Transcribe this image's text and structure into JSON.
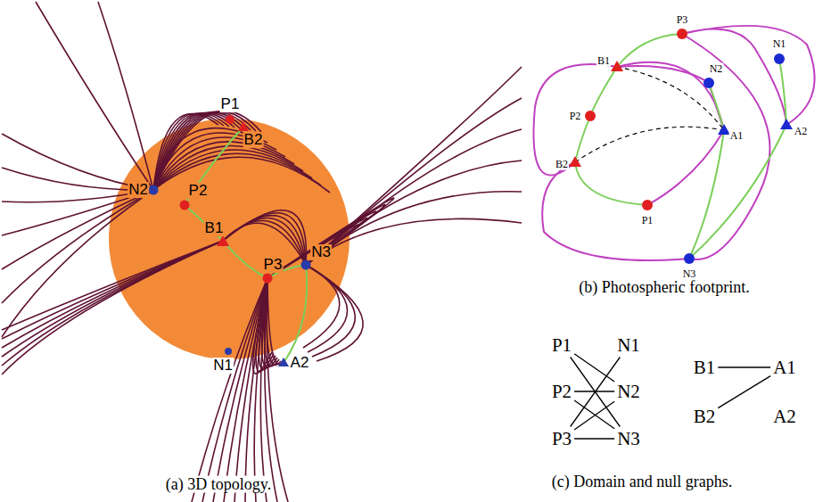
{
  "diagram": {
    "nodes": [
      {
        "text": [
          "P1"
        ]
      },
      {
        "text": [
          "N1"
        ]
      },
      {
        "text": [
          "B1"
        ]
      },
      {
        "text": [
          "A1"
        ]
      },
      {
        "text": [
          "P2"
        ]
      },
      {
        "text": [
          "N2"
        ]
      },
      {
        "text": [
          "B2"
        ]
      },
      {
        "text": [
          "P3"
        ]
      },
      {
        "text": [
          "N3"
        ]
      },
      {
        "text": [
          "A2"
        ]
      }
    ],
    "edges": [
      {
        "from": 0,
        "to": 5,
        "arrow": "none"
      },
      {
        "from": 0,
        "to": 8,
        "arrow": "none"
      },
      {
        "from": 4,
        "to": 5,
        "arrow": "none"
      },
      {
        "from": 4,
        "to": 8,
        "arrow": "none"
      },
      {
        "from": 7,
        "to": 1,
        "arrow": "none"
      },
      {
        "from": 7,
        "to": 5,
        "arrow": "none"
      },
      {
        "from": 7,
        "to": 8,
        "arrow": "none"
      },
      {
        "from": 2,
        "to": 3,
        "arrow": "none"
      },
      {
        "from": 6,
        "to": 3,
        "arrow": "none"
      }
    ],
    "labels": [
      "P1",
      "B2",
      "N2",
      "P2",
      "B1",
      "N3",
      "P3",
      "N1",
      "A2",
      "(a) 3D topology.",
      "P3",
      "B1",
      "N1",
      "N2",
      "P2",
      "A1",
      "A2",
      "B2",
      "P1",
      "N3",
      "(b) Photospheric footprint.",
      "(c) Domain and null graphs."
    ]
  }
}
